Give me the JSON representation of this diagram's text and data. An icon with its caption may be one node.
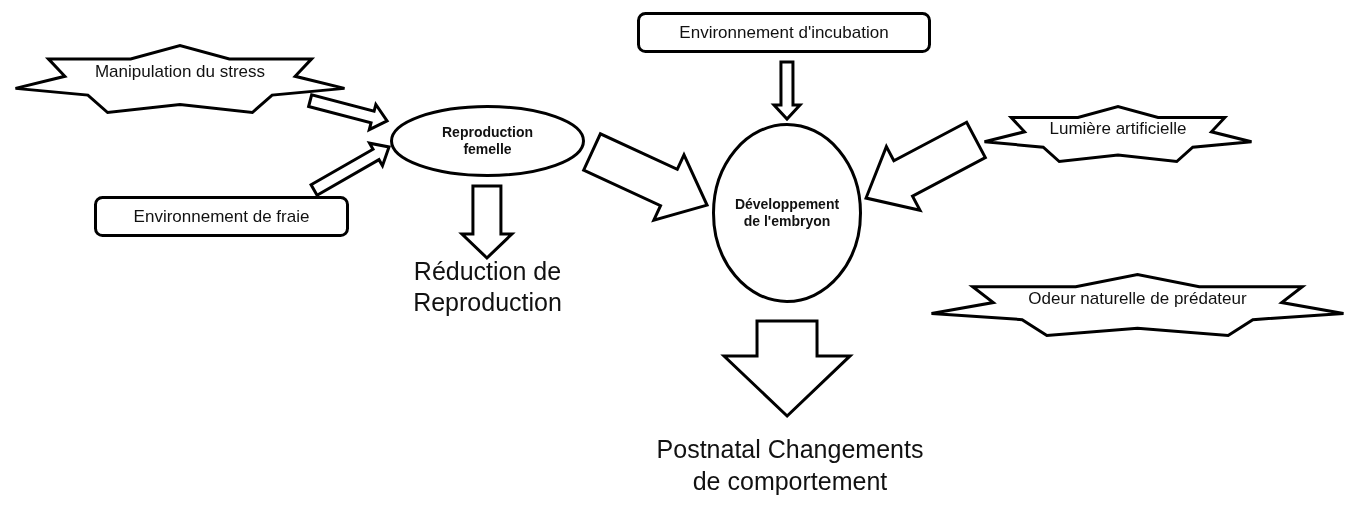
{
  "diagram": {
    "nodes": [
      {
        "text": [
          "Manipulation du stress"
        ]
      },
      {
        "text": [
          "Environnement de fraie"
        ]
      },
      {
        "text": [
          "Reproduction femelle"
        ]
      },
      {
        "text": [
          "Réduction de Reproduction"
        ]
      },
      {
        "text": [
          "Environnement d'incubation"
        ]
      },
      {
        "text": [
          "Développement de l'embryon"
        ]
      },
      {
        "text": [
          "Lumière artificielle"
        ]
      },
      {
        "text": [
          "Odeur naturelle de prédateur"
        ]
      },
      {
        "text": [
          "Postnatal Changements de comportement"
        ]
      }
    ],
    "edges": [
      {
        "from": 0,
        "to": 2,
        "arrow": "to"
      },
      {
        "from": 1,
        "to": 2,
        "arrow": "to"
      },
      {
        "from": 2,
        "to": 3,
        "arrow": "to"
      },
      {
        "from": 4,
        "to": 5,
        "arrow": "to"
      },
      {
        "from": 2,
        "to": 5,
        "arrow": "to"
      },
      {
        "from": 6,
        "to": 5,
        "arrow": "to"
      },
      {
        "from": 5,
        "to": 8,
        "arrow": "to"
      }
    ]
  }
}
